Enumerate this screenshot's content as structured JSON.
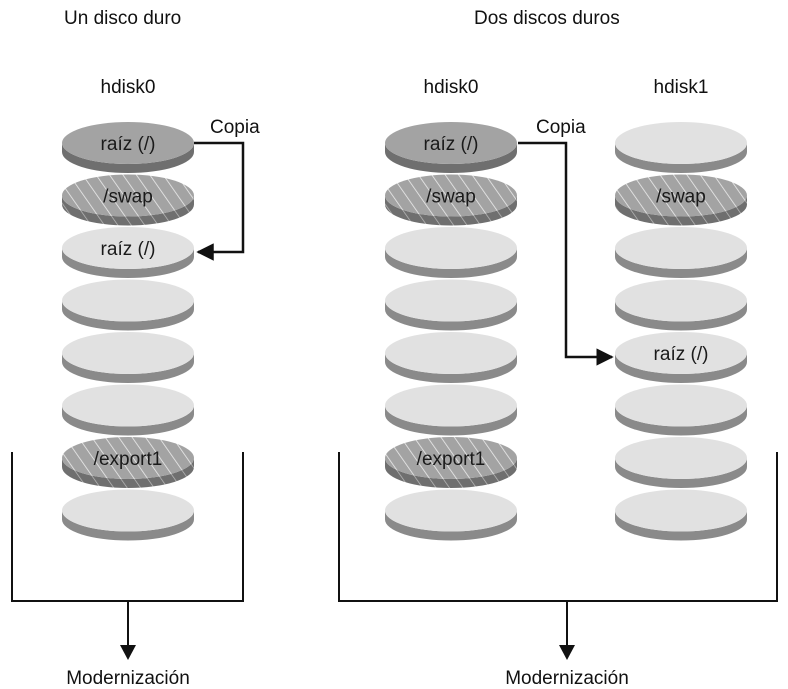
{
  "colors": {
    "root_top": "#a3a3a3",
    "root_side": "#6f6f6f",
    "plain_top": "#e1e1e1",
    "plain_side": "#8a8a8a",
    "hatched_top": "#a3a3a3",
    "hatched_side": "#6f6f6f",
    "hatch_stroke": "#f2f2f2",
    "line": "#111111"
  },
  "panels": [
    {
      "title": "Un disco duro",
      "result_label": "Modernización",
      "disks": [
        {
          "name": "hdisk0",
          "slices": [
            {
              "style": "root",
              "label": "raíz (/)"
            },
            {
              "style": "hatched",
              "label": "/swap"
            },
            {
              "style": "plain",
              "label": "raíz (/)"
            },
            {
              "style": "plain",
              "label": ""
            },
            {
              "style": "plain",
              "label": ""
            },
            {
              "style": "plain",
              "label": ""
            },
            {
              "style": "hatched",
              "label": "/export1"
            },
            {
              "style": "plain",
              "label": ""
            }
          ]
        }
      ],
      "copy_label": "Copia"
    },
    {
      "title": "Dos discos duros",
      "result_label": "Modernización",
      "disks": [
        {
          "name": "hdisk0",
          "slices": [
            {
              "style": "root",
              "label": "raíz (/)"
            },
            {
              "style": "hatched",
              "label": "/swap"
            },
            {
              "style": "plain",
              "label": ""
            },
            {
              "style": "plain",
              "label": ""
            },
            {
              "style": "plain",
              "label": ""
            },
            {
              "style": "plain",
              "label": ""
            },
            {
              "style": "hatched",
              "label": "/export1"
            },
            {
              "style": "plain",
              "label": ""
            }
          ]
        },
        {
          "name": "hdisk1",
          "slices": [
            {
              "style": "plain",
              "label": ""
            },
            {
              "style": "hatched",
              "label": "/swap"
            },
            {
              "style": "plain",
              "label": ""
            },
            {
              "style": "plain",
              "label": ""
            },
            {
              "style": "plain",
              "label": "raíz (/)"
            },
            {
              "style": "plain",
              "label": ""
            },
            {
              "style": "plain",
              "label": ""
            },
            {
              "style": "plain",
              "label": ""
            }
          ]
        }
      ],
      "copy_label": "Copia"
    }
  ]
}
